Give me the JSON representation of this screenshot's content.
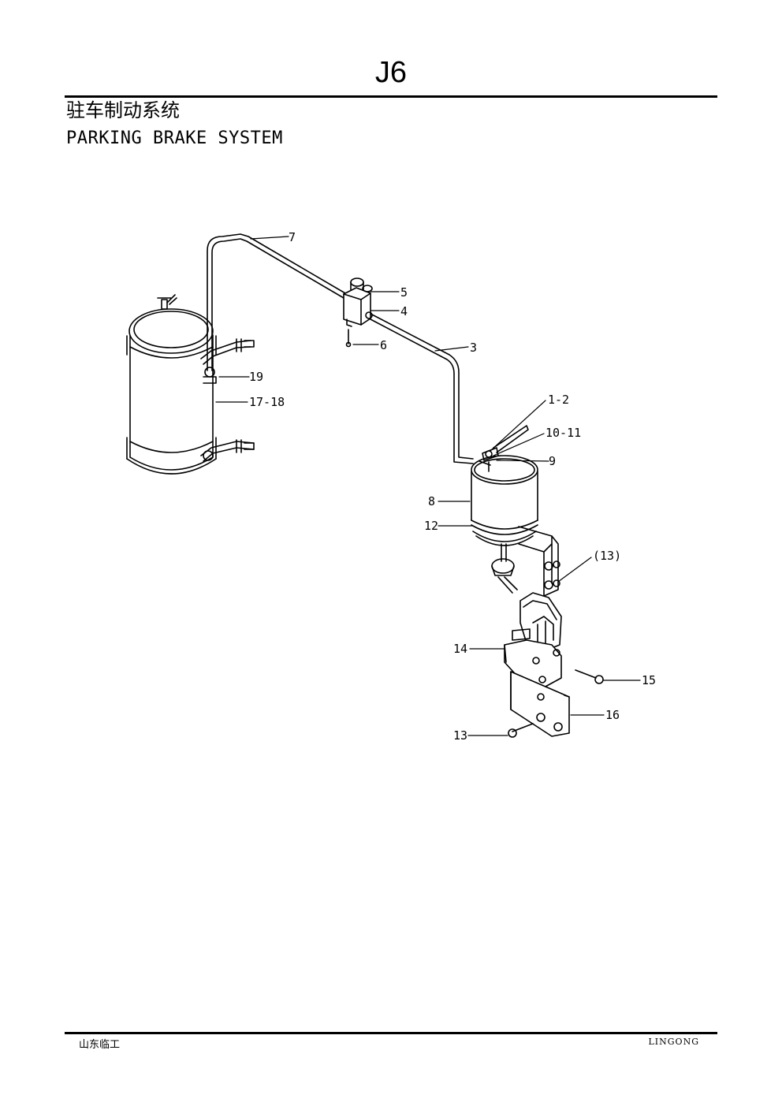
{
  "header": {
    "code": "J6",
    "title_cn": "驻车制动系统",
    "title_en": "PARKING BRAKE SYSTEM"
  },
  "diagram": {
    "callouts": {
      "c7": "7",
      "c5": "5",
      "c4": "4",
      "c6": "6",
      "c3": "3",
      "c19": "19",
      "c17_18": "17-18",
      "c1_2": "1-2",
      "c10_11": "10-11",
      "c9": "9",
      "c8": "8",
      "c12": "12",
      "c13p": "(13)",
      "c14": "14",
      "c15": "15",
      "c16": "16",
      "c13": "13"
    }
  },
  "footer": {
    "left": "山东临工",
    "right": "LINGONG"
  }
}
